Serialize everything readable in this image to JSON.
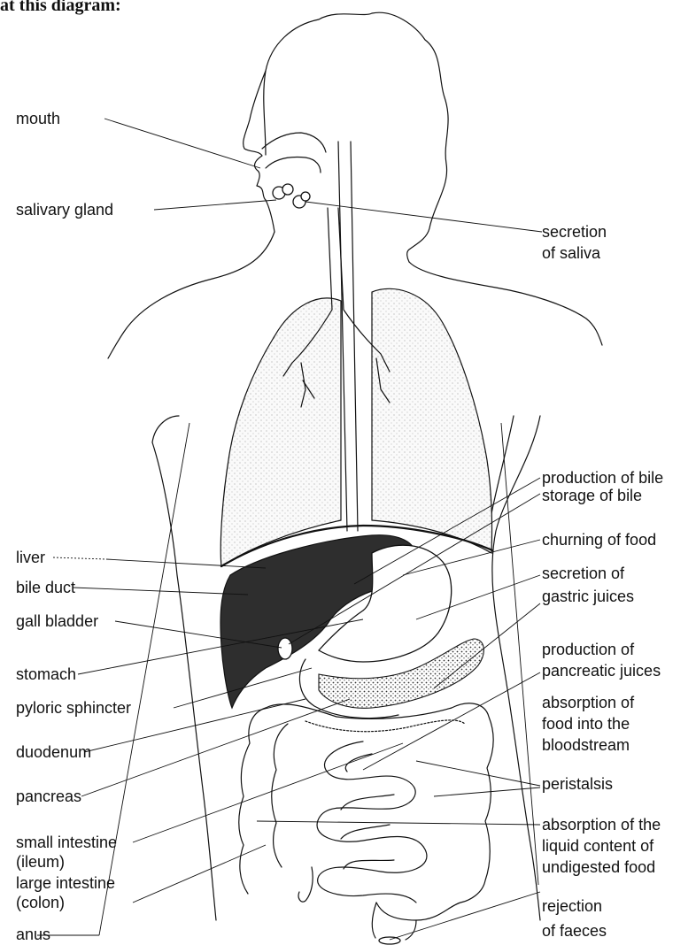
{
  "header_fragment": "at this diagram:",
  "left_labels": [
    "mouth",
    "salivary gland",
    "liver",
    "bile duct",
    "gall bladder",
    "stomach",
    "pyloric sphincter",
    "duodenum",
    "pancreas",
    "small intestine",
    "(ileum)",
    "large intestine",
    "(colon)",
    "anus"
  ],
  "right_labels": [
    "secretion",
    "of saliva",
    "production of bile",
    "storage of bile",
    "churning of food",
    "secretion of",
    "gastric juices",
    "production of",
    "pancreatic juices",
    "absorption of",
    "food into the",
    "bloodstream",
    "peristalsis",
    "absorption of the",
    "liquid content of",
    "undigested food",
    "rejection",
    "of faeces"
  ]
}
